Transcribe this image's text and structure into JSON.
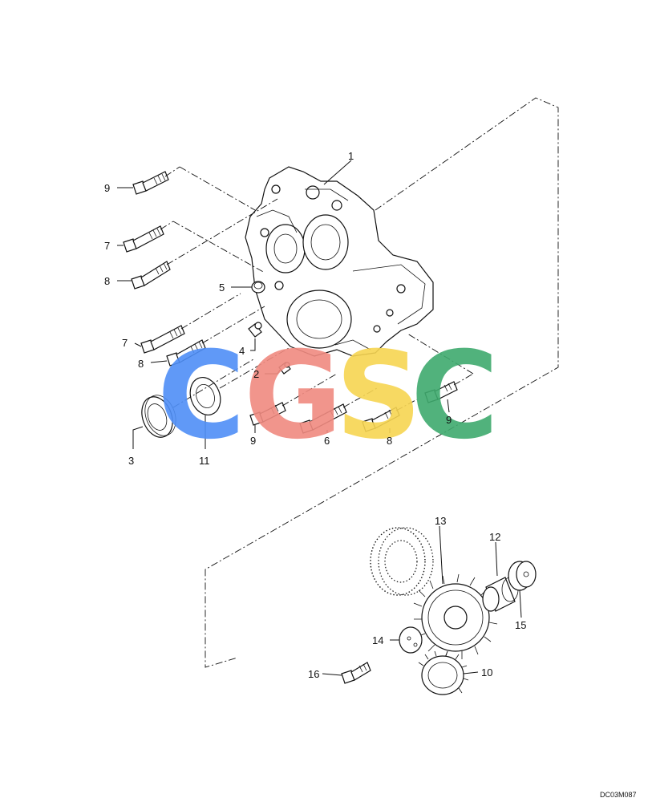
{
  "callouts": {
    "c1": "1",
    "c2": "2",
    "c3": "3",
    "c4": "4",
    "c5": "5",
    "c6": "6",
    "c7a": "7",
    "c7b": "7",
    "c8a": "8",
    "c8b": "8",
    "c8c": "8",
    "c9a": "9",
    "c9b": "9",
    "c9c": "9",
    "c10": "10",
    "c11": "11",
    "c12": "12",
    "c13": "13",
    "c14": "14",
    "c15": "15",
    "c16": "16"
  },
  "watermark": {
    "letters": [
      "C",
      "G",
      "S",
      "C"
    ],
    "colors": [
      "#4f8ff7",
      "#f08a80",
      "#f7d552",
      "#3faa6e"
    ]
  },
  "drawing_code": "DC03M087"
}
